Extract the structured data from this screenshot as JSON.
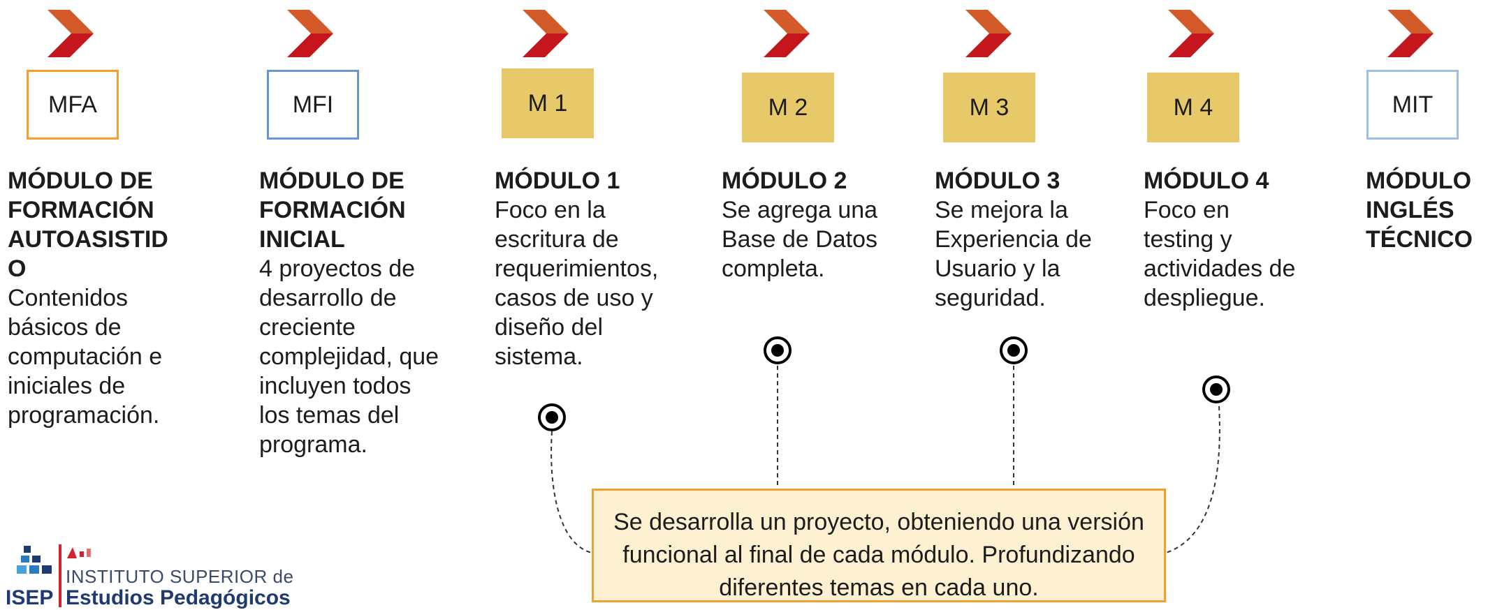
{
  "modules": [
    {
      "code": "MFA",
      "title": "MÓDULO DE FORMACIÓN AUTOASISTID O",
      "desc": "Contenidos básicos de computación e iniciales de programación.",
      "box_style": "orange-border"
    },
    {
      "code": "MFI",
      "title": "MÓDULO DE FORMACIÓN INICIAL",
      "desc": "4 proyectos de desarrollo de creciente complejidad, que incluyen todos los temas del programa.",
      "box_style": "blue-border"
    },
    {
      "code": "M 1",
      "title": "MÓDULO 1",
      "desc": "Foco en la escritura de requerimientos, casos de uso y diseño del sistema.",
      "box_style": "yellow-fill"
    },
    {
      "code": "M 2",
      "title": "MÓDULO 2",
      "desc": "Se agrega una Base de Datos completa.",
      "box_style": "yellow-fill"
    },
    {
      "code": "M 3",
      "title": "MÓDULO 3",
      "desc": "Se mejora la Experiencia de Usuario y la seguridad.",
      "box_style": "yellow-fill"
    },
    {
      "code": "M 4",
      "title": "MÓDULO 4",
      "desc": "Foco en testing y actividades de despliegue.",
      "box_style": "yellow-fill"
    },
    {
      "code": "MIT",
      "title": "MÓDULO INGLÉS TÉCNICO",
      "desc": "",
      "box_style": "light-blue-border"
    }
  ],
  "note": "Se desarrolla un proyecto, obteniendo una versión funcional al final de cada módulo. Profundizando diferentes temas en cada uno.",
  "logo": {
    "abbr": "ISEP",
    "line1": "INSTITUTO SUPERIOR de",
    "line2": "Estudios Pedagógicos"
  },
  "colors": {
    "chevron_top": "#d45a2a",
    "chevron_bottom": "#c4161c",
    "orange_border": "#f5a02a",
    "blue_border": "#6a96d6",
    "light_blue_border": "#9dbfe0",
    "yellow_fill": "#e8c96a",
    "note_fill": "#fdf1d1",
    "note_border": "#f0a030"
  }
}
